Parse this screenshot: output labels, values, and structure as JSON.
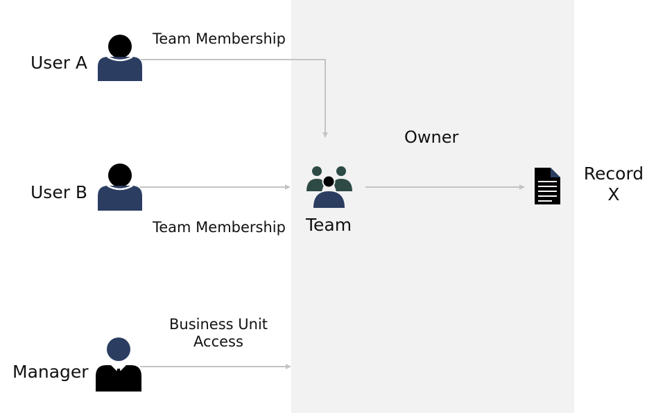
{
  "actors": {
    "user_a": "User A",
    "user_b": "User B",
    "manager": "Manager",
    "team": "Team",
    "record_line1": "Record",
    "record_line2": "X"
  },
  "edges": {
    "user_a_membership": "Team Membership",
    "user_b_membership": "Team Membership",
    "manager_access_line1": "Business Unit",
    "manager_access_line2": "Access",
    "team_owner": "Owner"
  },
  "colors": {
    "panel": "#f2f2f2",
    "arrow": "#c3c3c3",
    "user_body": "#2b3d61",
    "team_side": "#2d4a45",
    "icon_black": "#000000"
  },
  "icons": {
    "user_a": "user-icon",
    "user_b": "user-icon",
    "manager": "manager-icon",
    "team": "team-icon",
    "record": "document-icon"
  }
}
